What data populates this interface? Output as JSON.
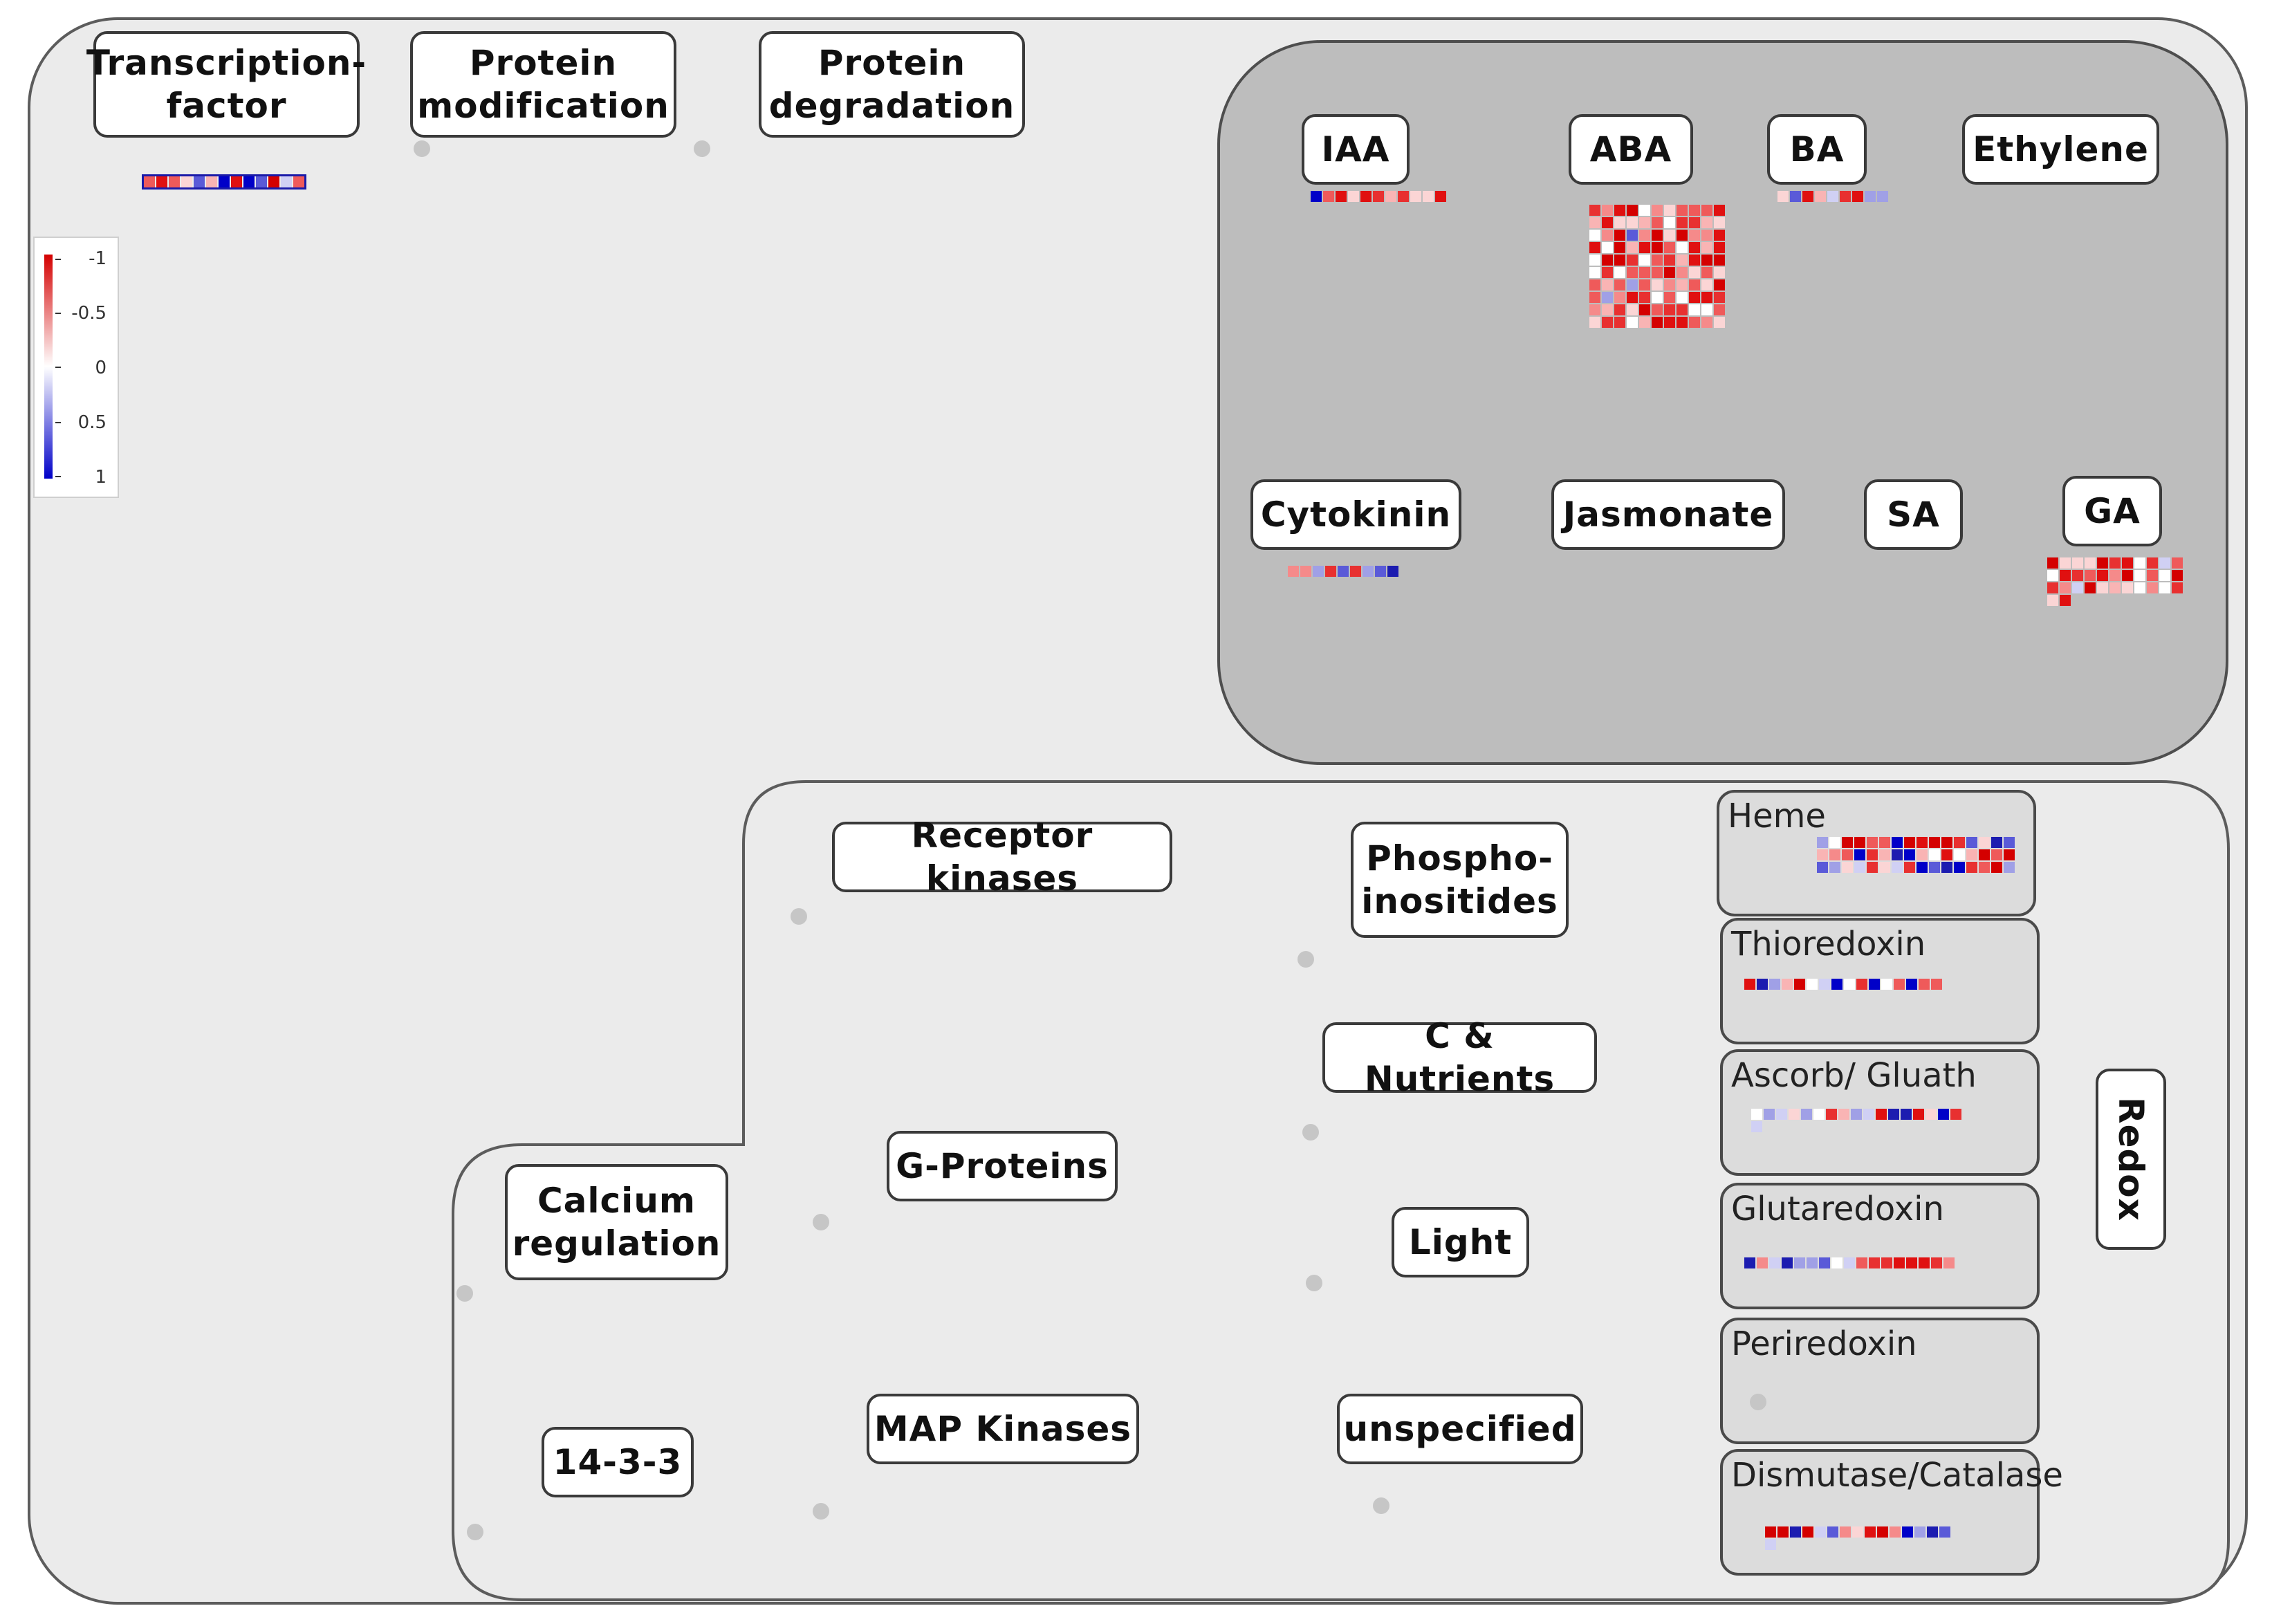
{
  "labels": {
    "transcription_factor": "Transcription-\nfactor",
    "protein_modification": "Protein\nmodification",
    "protein_degradation": "Protein\ndegradation",
    "iaa": "IAA",
    "aba": "ABA",
    "ba": "BA",
    "ethylene": "Ethylene",
    "cytokinin": "Cytokinin",
    "jasmonate": "Jasmonate",
    "sa": "SA",
    "ga": "GA",
    "receptor_kinases": "Receptor kinases",
    "phosphoinositides": "Phospho-\ninositides",
    "c_nutrients": "C & Nutrients",
    "g_proteins": "G-Proteins",
    "light": "Light",
    "calcium_regulation": "Calcium\nregulation",
    "map_kinases": "MAP Kinases",
    "unspecified": "unspecified",
    "fourteen_three_three": "14-3-3",
    "redox": "Redox"
  },
  "redox_boxes": {
    "heme": "Heme",
    "thioredoxin": "Thioredoxin",
    "ascorb_gluath": "Ascorb/ Gluath",
    "glutaredoxin": "Glutaredoxin",
    "periredoxin": "Periredoxin",
    "dismutase_catalase": "Dismutase/Catalase"
  },
  "legend": {
    "ticks": [
      "-1",
      "-0.5",
      "0",
      "0.5",
      "1"
    ]
  },
  "color_scale": {
    "negative": "#d40000",
    "zero": "#ffffff",
    "positive": "#0000c8"
  }
}
